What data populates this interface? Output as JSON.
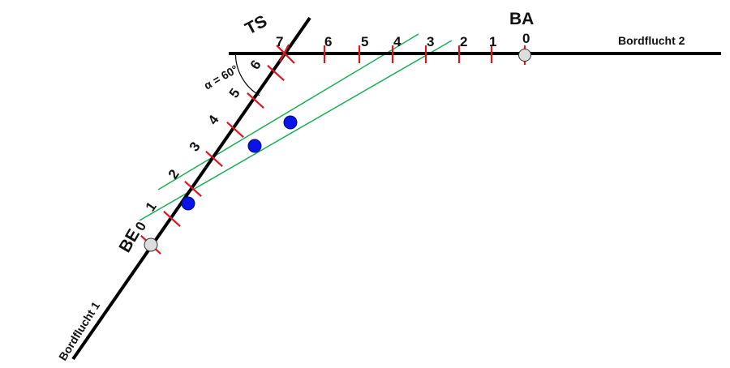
{
  "labels": {
    "ts": "TS",
    "ba": "BA",
    "be": "BE",
    "be_zero": "0",
    "ba_zero": "0",
    "bordflucht_1": "Bordflucht 1",
    "bordflucht_2": "Bordflucht 2",
    "angle": "α = 60°"
  },
  "line1_ticks": [
    "1",
    "2",
    "3",
    "4",
    "5",
    "6"
  ],
  "line2_ticks": [
    "7",
    "6",
    "5",
    "4",
    "3",
    "2",
    "1"
  ],
  "colors": {
    "line": "#000000",
    "tick": "#e0161b",
    "guide": "#1aae56",
    "point": "#0a14e6",
    "marker": "#dddddd"
  }
}
